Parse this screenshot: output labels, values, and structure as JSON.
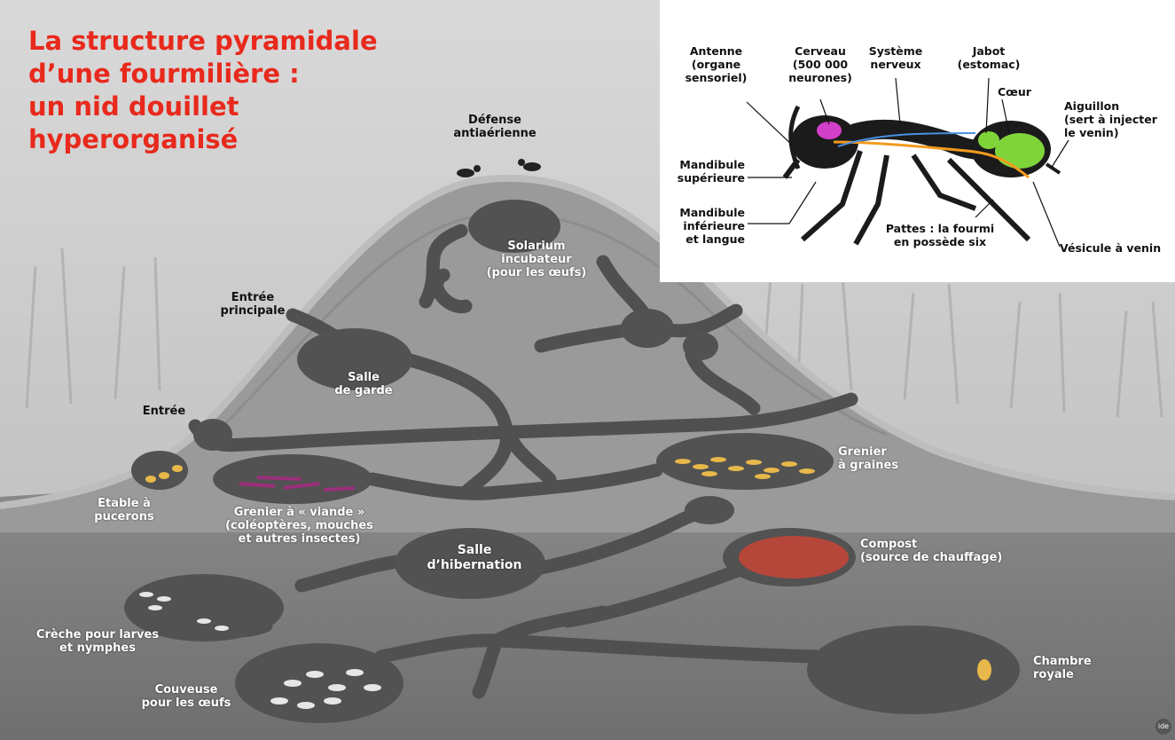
{
  "title": {
    "line1": "La structure pyramidale",
    "line2": "d’une fourmilière :",
    "line3": "un nid douillet",
    "line4": "hyperorganisé"
  },
  "colors": {
    "title": "#e8291c",
    "soil": "#7d7d7d",
    "mound": "#9a9a9a",
    "tunnel": "#505050",
    "compost": "#b5473a",
    "seeds": "#e8b84a",
    "meat": "#9a2f7a",
    "ant_green": "#7fd43a",
    "ant_magenta": "#d23fc8",
    "ant_orange": "#f39a1e"
  },
  "nest_labels": {
    "defense_line1": "Défense",
    "defense_line2": "antiaérienne",
    "solarium_line1": "Solarium",
    "solarium_line2": "incubateur",
    "solarium_line3": "(pour les œufs)",
    "entree_principale_line1": "Entrée",
    "entree_principale_line2": "principale",
    "salle_garde_line1": "Salle",
    "salle_garde_line2": "de garde",
    "entree": "Entrée",
    "etable_line1": "Etable à",
    "etable_line2": "pucerons",
    "grenier_viande_line1": "Grenier à « viande »",
    "grenier_viande_line2": "(coléoptères, mouches",
    "grenier_viande_line3": "et autres insectes)",
    "grenier_graines_line1": "Grenier",
    "grenier_graines_line2": "à graines",
    "hibernation_line1": "Salle",
    "hibernation_line2": "d’hibernation",
    "compost_line1": "Compost",
    "compost_line2": "(source de chauffage)",
    "creche_line1": "Crèche pour larves",
    "creche_line2": "et nymphes",
    "couveuse_line1": "Couveuse",
    "couveuse_line2": "pour les œufs",
    "chambre_line1": "Chambre",
    "chambre_line2": "royale"
  },
  "ant_labels": {
    "antenne_line1": "Antenne",
    "antenne_line2": "(organe",
    "antenne_line3": "sensoriel)",
    "cerveau_line1": "Cerveau",
    "cerveau_line2": "(500 000",
    "cerveau_line3": "neurones)",
    "systeme_line1": "Système",
    "systeme_line2": "nerveux",
    "jabot_line1": "Jabot",
    "jabot_line2": "(estomac)",
    "coeur": "Cœur",
    "aiguillon_line1": "Aiguillon",
    "aiguillon_line2": "(sert à injecter",
    "aiguillon_line3": "le venin)",
    "mandibule_sup_line1": "Mandibule",
    "mandibule_sup_line2": "supérieure",
    "mandibule_inf_line1": "Mandibule",
    "mandibule_inf_line2": "inférieure",
    "mandibule_inf_line3": "et langue",
    "pattes_line1": "Pattes : la fourmi",
    "pattes_line2": "en possède six",
    "vesicule": "Vésicule à venin"
  },
  "credit": "ide",
  "icons": [
    "ant-icon",
    "ant-anatomy-illustration"
  ]
}
